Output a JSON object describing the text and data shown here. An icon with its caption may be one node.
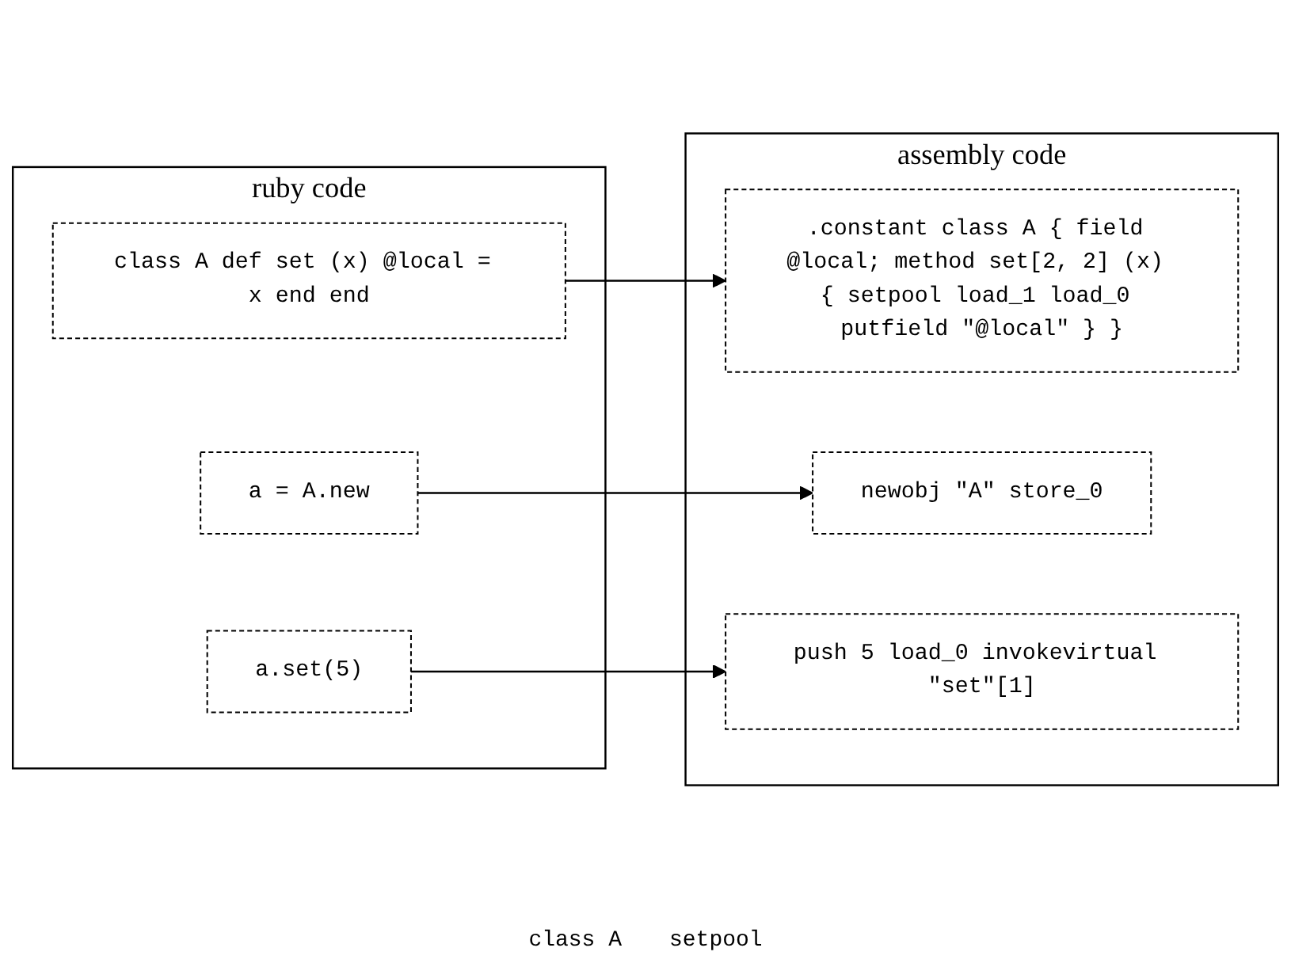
{
  "diagram": {
    "nodes": [
      {
        "text": [
          "ruby code"
        ]
      },
      {
        "text": [
          "class A def set (x) @local = x end end"
        ],
        "in": 0
      },
      {
        "text": [
          "a = A.new"
        ],
        "in": 0
      },
      {
        "text": [
          "a.set(5)"
        ],
        "in": 0
      },
      {
        "text": [
          "assembly code"
        ]
      },
      {
        "text": [
          ".constant class A { field @local; method set[2, 2] (x) { setpool load_1 load_0 putfield \"@local\" } }"
        ],
        "in": 4
      },
      {
        "text": [
          "newobj \"A\" store_0"
        ],
        "in": 4
      },
      {
        "text": [
          "push 5 load_0 invokevirtual \"set\"[1]"
        ],
        "in": 4
      }
    ],
    "edges": [
      {
        "from": 1,
        "to": 5,
        "arrow": "to"
      },
      {
        "from": 2,
        "to": 6,
        "arrow": "to"
      },
      {
        "from": 3,
        "to": 7,
        "arrow": "to"
      }
    ],
    "labels": [
      "class A",
      "setpool"
    ]
  }
}
